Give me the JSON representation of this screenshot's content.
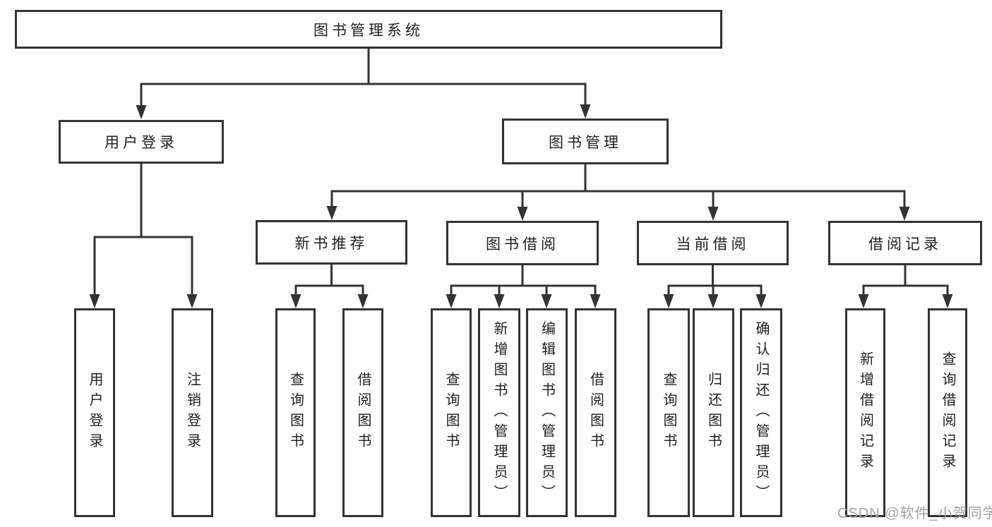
{
  "diagram": {
    "root": {
      "label": "图书管理系统",
      "children": [
        {
          "label": "用户登录",
          "children": [
            {
              "label": "用户登录"
            },
            {
              "label": "注销登录"
            }
          ]
        },
        {
          "label": "图书管理",
          "children": [
            {
              "label": "新书推荐",
              "children": [
                {
                  "label": "查询图书"
                },
                {
                  "label": "借阅图书"
                }
              ]
            },
            {
              "label": "图书借阅",
              "children": [
                {
                  "label": "查询图书"
                },
                {
                  "label": "新增图书（管理员）"
                },
                {
                  "label": "编辑图书（管理员）"
                },
                {
                  "label": "借阅图书"
                }
              ]
            },
            {
              "label": "当前借阅",
              "children": [
                {
                  "label": "查询图书"
                },
                {
                  "label": "归还图书"
                },
                {
                  "label": "确认归还（管理员）"
                }
              ]
            },
            {
              "label": "借阅记录",
              "children": [
                {
                  "label": "新增借阅记录"
                },
                {
                  "label": "查询借阅记录"
                }
              ]
            }
          ]
        }
      ]
    }
  },
  "watermark": {
    "text": "CSDN @软件_小贺同学"
  },
  "colors": {
    "line": "#333333",
    "text": "#1f1f1f",
    "box-bg": "#ffffff",
    "watermark": "#a2a2aa",
    "bg": "#ffffff"
  }
}
